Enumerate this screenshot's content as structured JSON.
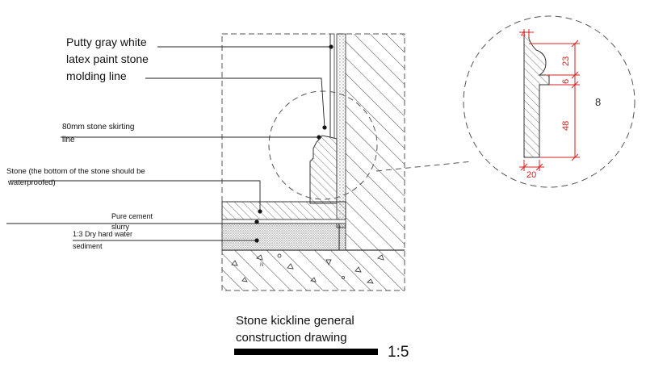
{
  "labels": {
    "putty_l1": "Putty gray white",
    "putty_l2": "latex paint stone",
    "putty_l3": "molding line",
    "skirting_l1": "80mm stone skirting",
    "skirting_l2": "line",
    "stone_l1": "Stone (the bottom of the stone should be",
    "stone_l2": "waterproofed)",
    "slurry_l1": "Pure cement",
    "slurry_l2": "slurry",
    "sediment_l1": "1:3 Dry hard water",
    "sediment_l2": "sediment"
  },
  "detail": {
    "dim_top_width": "4",
    "dim_23": "23",
    "dim_6": "6",
    "dim_48": "48",
    "dim_total": "8",
    "dim_bottom_width": "20",
    "dim_color": "#d42020"
  },
  "caption": {
    "title_l1": "Stone kickline general",
    "title_l2": "construction drawing",
    "scale": "1:5"
  },
  "colors": {
    "line": "#333333",
    "dimension": "#d42020"
  }
}
